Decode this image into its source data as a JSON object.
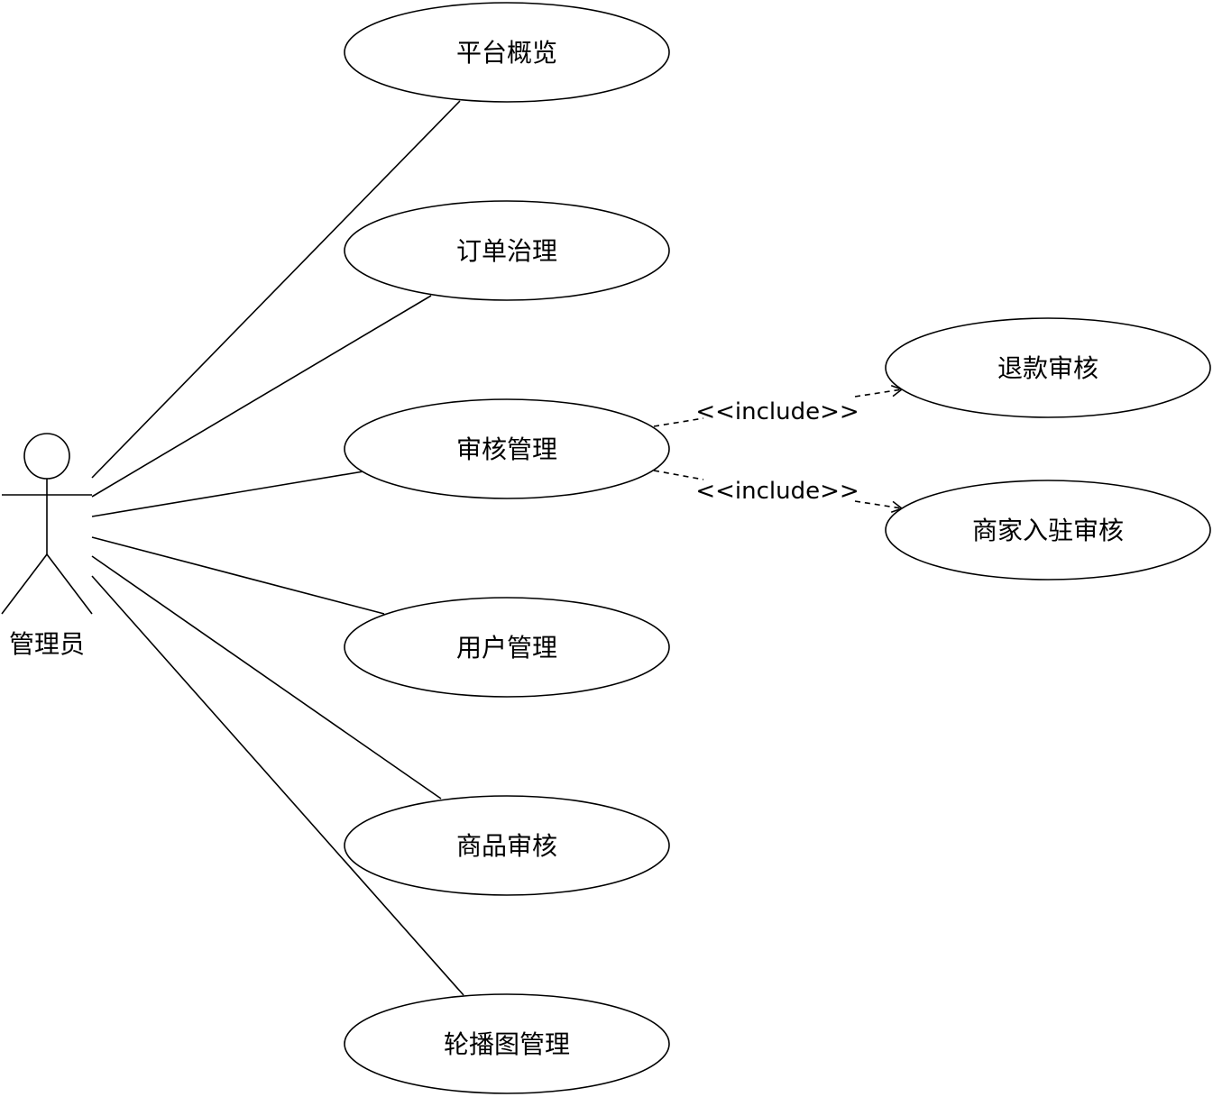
{
  "diagram": {
    "type": "use-case",
    "actor": {
      "label": "管理员"
    },
    "use_cases": [
      {
        "id": "overview",
        "label": "平台概览"
      },
      {
        "id": "orders",
        "label": "订单治理"
      },
      {
        "id": "review",
        "label": "审核管理"
      },
      {
        "id": "users",
        "label": "用户管理"
      },
      {
        "id": "goods-review",
        "label": "商品审核"
      },
      {
        "id": "banner",
        "label": "轮播图管理"
      },
      {
        "id": "refund-review",
        "label": "退款审核"
      },
      {
        "id": "merchant-review",
        "label": "商家入驻审核"
      }
    ],
    "relations": [
      {
        "from": "审核管理",
        "to": "退款审核",
        "label": "<<include>>"
      },
      {
        "from": "审核管理",
        "to": "商家入驻审核",
        "label": "<<include>>"
      }
    ]
  }
}
